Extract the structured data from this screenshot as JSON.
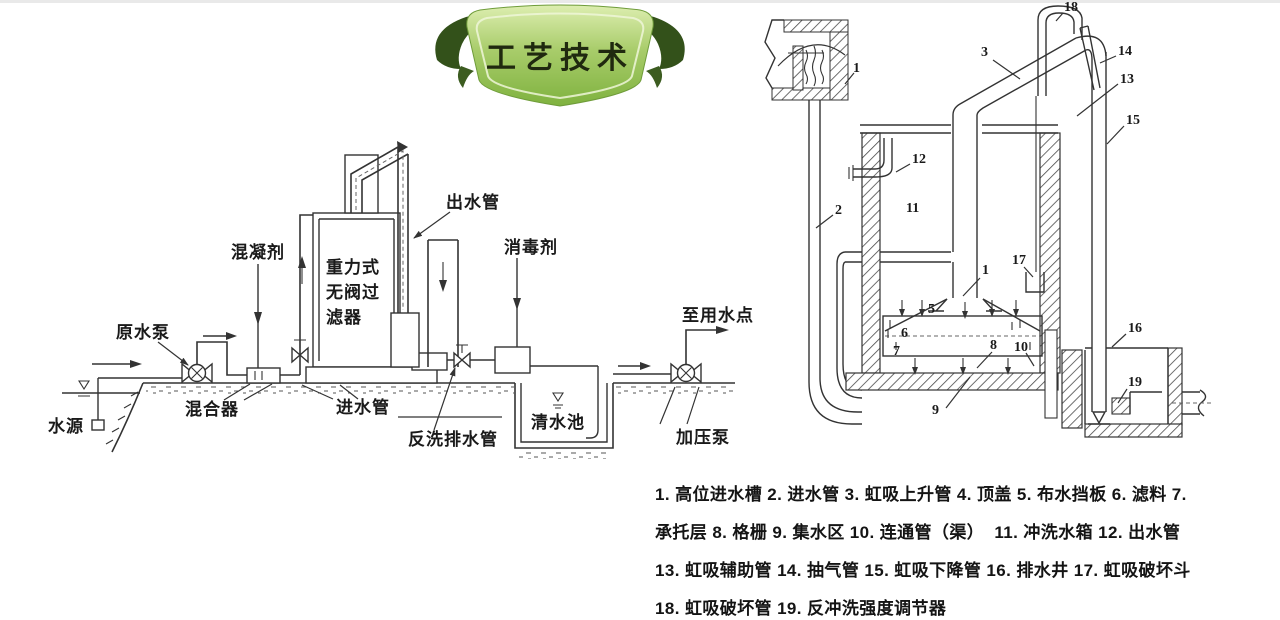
{
  "banner": {
    "title": "工艺技术",
    "color_main": "#8cc04a",
    "color_dark": "#33511a"
  },
  "left_diagram": {
    "labels": {
      "water_source": "水源",
      "raw_water_pump": "原水泵",
      "mixer": "混合器",
      "coagulant": "混凝剂",
      "filter_l1": "重力式",
      "filter_l2": "无阀过",
      "filter_l3": "滤器",
      "inlet_pipe": "进水管",
      "outlet_pipe": "出水管",
      "disinfectant": "消毒剂",
      "backwash_drain_pipe": "反洗排水管",
      "clear_water_pool": "清水池",
      "booster_pump": "加压泵",
      "to_use_point": "至用水点"
    }
  },
  "right_diagram": {
    "callouts": {
      "c1_channel": "1",
      "c2": "2",
      "c3": "3",
      "c12": "12",
      "c11": "11",
      "c18": "18",
      "c14": "14",
      "c13": "13",
      "c15": "15",
      "c17": "17",
      "c1_cone": "1",
      "c5": "5",
      "c6": "6",
      "c7": "7",
      "c8": "8",
      "c10": "10",
      "c9": "9",
      "c16": "16",
      "c19": "19"
    }
  },
  "legend": {
    "lines": [
      "1. 高位进水槽 2. 进水管 3. 虹吸上升管 4. 顶盖 5. 布水挡板 6. 滤料 7.",
      "承托层 8. 格栅 9. 集水区 10. 连通管（渠）  11. 冲洗水箱 12. 出水管",
      "13. 虹吸辅助管 14. 抽气管 15. 虹吸下降管 16. 排水井 17. 虹吸破坏斗",
      "18. 虹吸破坏管 19. 反冲洗强度调节器"
    ]
  }
}
